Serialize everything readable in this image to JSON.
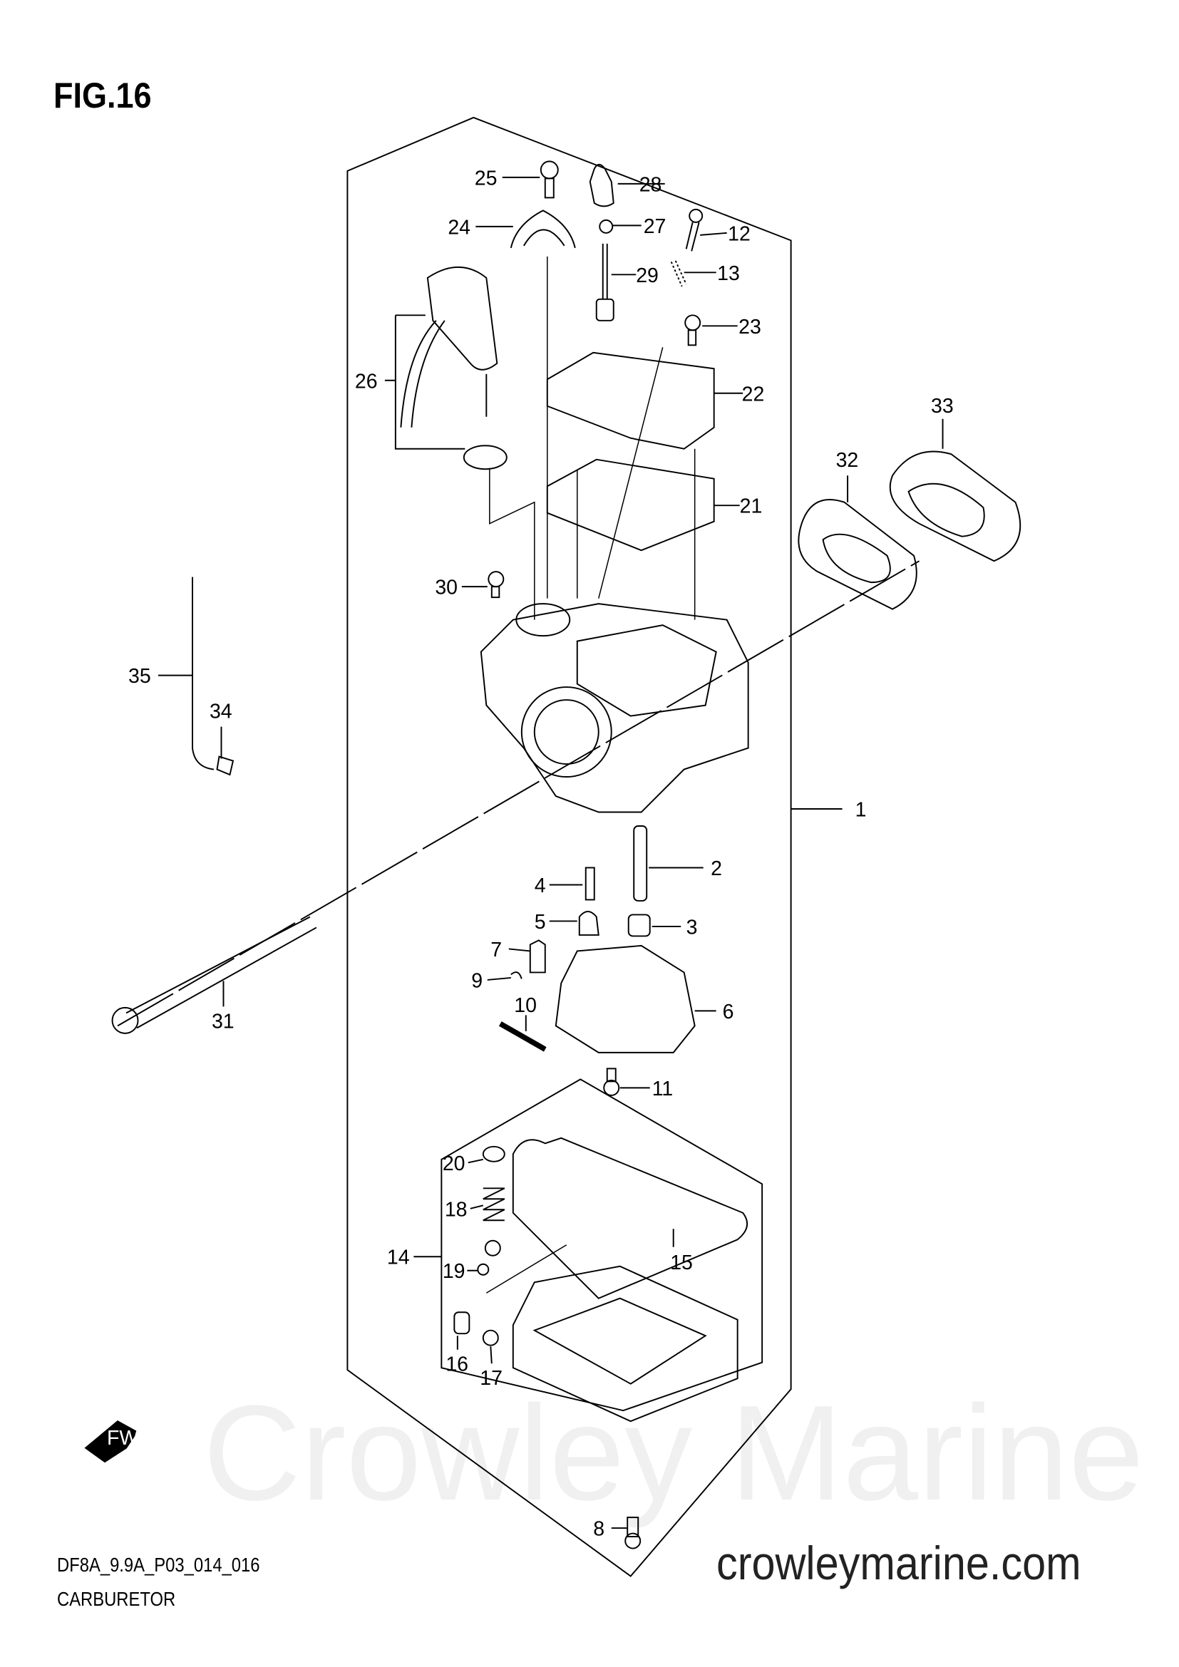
{
  "figure": {
    "title": "FIG.16",
    "code": "DF8A_9.9A_P03_014_016",
    "name": "CARBURETOR"
  },
  "watermark": "Crowley Marine",
  "website": "crowleymarine.com",
  "fwd_label": "FWD",
  "callouts": [
    "1",
    "2",
    "3",
    "4",
    "5",
    "6",
    "7",
    "8",
    "9",
    "10",
    "11",
    "12",
    "13",
    "14",
    "15",
    "16",
    "17",
    "18",
    "19",
    "20",
    "21",
    "22",
    "23",
    "24",
    "25",
    "26",
    "27",
    "28",
    "29",
    "30",
    "31",
    "32",
    "33",
    "34",
    "35"
  ]
}
